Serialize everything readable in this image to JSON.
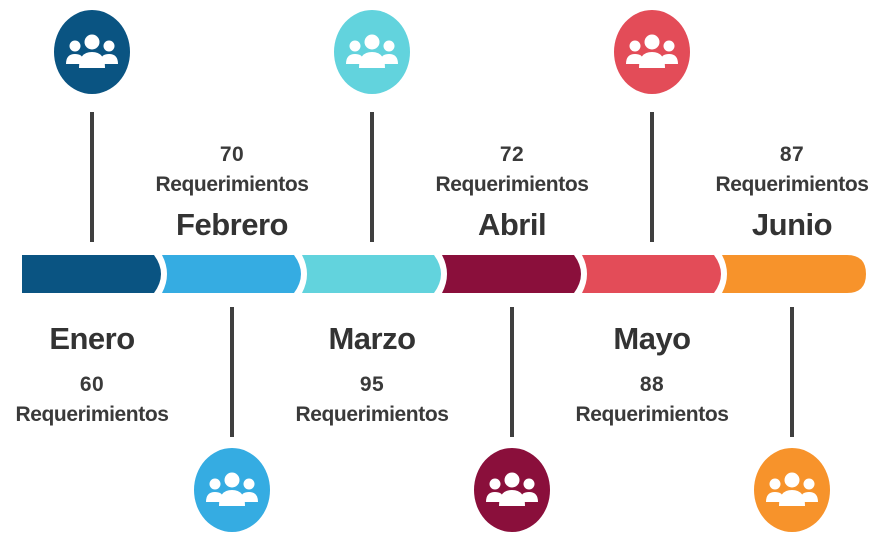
{
  "timeline": {
    "unit_label": "Requerimientos",
    "entries": [
      {
        "month": "Enero",
        "count": "60",
        "color": "#0a5482",
        "icon": "users-icon"
      },
      {
        "month": "Febrero",
        "count": "70",
        "color": "#35ace2",
        "icon": "users-icon"
      },
      {
        "month": "Marzo",
        "count": "95",
        "color": "#62d3dd",
        "icon": "users-icon"
      },
      {
        "month": "Abril",
        "count": "72",
        "color": "#8a0f3b",
        "icon": "users-icon"
      },
      {
        "month": "Mayo",
        "count": "88",
        "color": "#e34c58",
        "icon": "users-icon"
      },
      {
        "month": "Junio",
        "count": "87",
        "color": "#f7932b",
        "icon": "users-icon"
      }
    ]
  }
}
